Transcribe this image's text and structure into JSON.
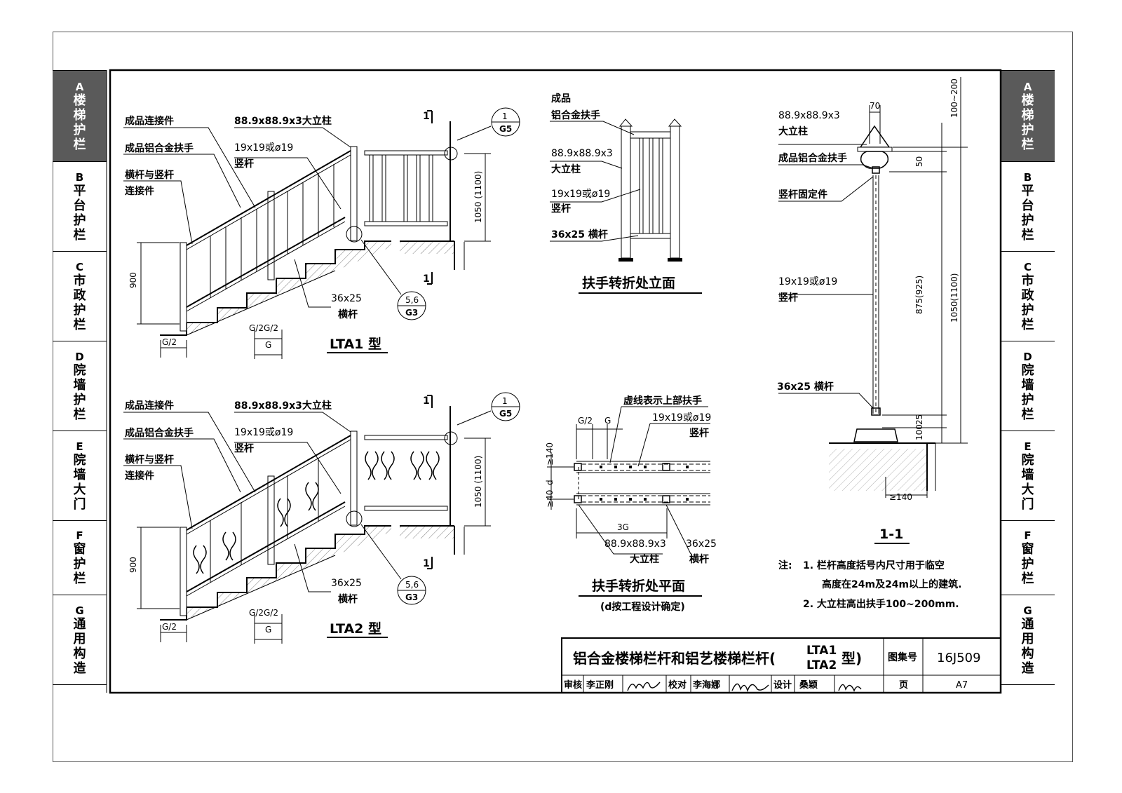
{
  "tabs": [
    {
      "letter": "A",
      "label": "楼梯护栏",
      "active": true
    },
    {
      "letter": "B",
      "label": "平台护栏",
      "active": false
    },
    {
      "letter": "C",
      "label": "市政护栏",
      "active": false
    },
    {
      "letter": "D",
      "label": "院墙护栏",
      "active": false
    },
    {
      "letter": "E",
      "label": "院墙大门",
      "active": false
    },
    {
      "letter": "F",
      "label": "窗护栏",
      "active": false
    },
    {
      "letter": "G",
      "label": "通用构造",
      "active": false
    }
  ],
  "lta1": {
    "label_connector": "成品连接件",
    "label_handrail": "成品铝合金扶手",
    "label_joint_1": "横杆与竖杆",
    "label_joint_2": "连接件",
    "label_post": "88.9x88.9x3大立柱",
    "label_baluster_1": "19x19或ø19",
    "label_baluster_2": "竖杆",
    "label_rail_1": "36x25",
    "label_rail_2": "横杆",
    "dim_900": "900",
    "dim_1050": "1050 (1100)",
    "dim_g2_left": "G/2",
    "dim_g2g2": "G/2G/2",
    "dim_g": "G",
    "section_mark": "1",
    "callout_top": "1",
    "callout_bottom": "G5",
    "callout2_top": "5,6",
    "callout2_bottom": "G3",
    "title": "LTA1 型"
  },
  "lta2": {
    "label_connector": "成品连接件",
    "label_handrail": "成品铝合金扶手",
    "label_joint_1": "横杆与竖杆",
    "label_joint_2": "连接件",
    "label_post": "88.9x88.9x3大立柱",
    "label_baluster_1": "19x19或ø19",
    "label_baluster_2": "竖杆",
    "label_rail_1": "36x25",
    "label_rail_2": "横杆",
    "dim_900": "900",
    "dim_1050": "1050 (1100)",
    "dim_g2_left": "G/2",
    "dim_g2g2": "G/2G/2",
    "dim_g": "G",
    "section_mark": "1",
    "callout_top": "1",
    "callout_bottom": "G5",
    "callout2_top": "5,6",
    "callout2_bottom": "G3",
    "title": "LTA2 型"
  },
  "elev": {
    "label_product_1": "成品",
    "label_product_2": "铝合金扶手",
    "label_post_1": "88.9x88.9x3",
    "label_post_2": "大立柱",
    "label_baluster_1": "19x19或ø19",
    "label_baluster_2": "竖杆",
    "label_rail": "36x25 横杆",
    "title": "扶手转折处立面"
  },
  "plan": {
    "label_dashed": "虚线表示上部扶手",
    "label_baluster_1": "19x19或ø19",
    "label_baluster_2": "竖杆",
    "dim_g2": "G/2",
    "dim_g": "G",
    "dim_140": "≥140",
    "dim_d": "d",
    "dim_40": "≥40",
    "dim_3g": "3G",
    "label_post_1": "88.9x88.9x3",
    "label_post_2": "大立柱",
    "label_rail_1": "36x25",
    "label_rail_2": "横杆",
    "title": "扶手转折处平面",
    "subtitle": "(d按工程设计确定)"
  },
  "section": {
    "dim_70": "70",
    "dim_100_200": "100~200",
    "label_post_1": "88.9x88.9x3",
    "label_post_2": "大立柱",
    "label_handrail": "成品铝合金扶手",
    "dim_50": "50",
    "label_fixer": "竖杆固定件",
    "label_baluster_1": "19x19或ø19",
    "label_baluster_2": "竖杆",
    "dim_875": "875(925)",
    "dim_1050": "1050(1100)",
    "label_rail": "36x25 横杆",
    "dim_25": "25",
    "dim_100": "100",
    "dim_140": "≥140",
    "title": "1-1"
  },
  "notes": {
    "prefix": "注:",
    "line1": "1. 栏杆高度括号内尺寸用于临空",
    "line2": "高度在24m及24m以上的建筑.",
    "line3": "2. 大立柱高出扶手100~200mm."
  },
  "title_block": {
    "title_main": "铝合金楼梯栏杆和铝艺楼梯栏杆(",
    "title_type1": "LTA1",
    "title_type2": "LTA2",
    "title_suffix": "型)",
    "atlas_label": "图集号",
    "atlas_no": "16J509",
    "review_label": "审核",
    "reviewer": "李正刚",
    "check_label": "校对",
    "checker": "李海娜",
    "design_label": "设计",
    "designer": "桑颖",
    "page_label": "页",
    "page_no": "A7"
  }
}
